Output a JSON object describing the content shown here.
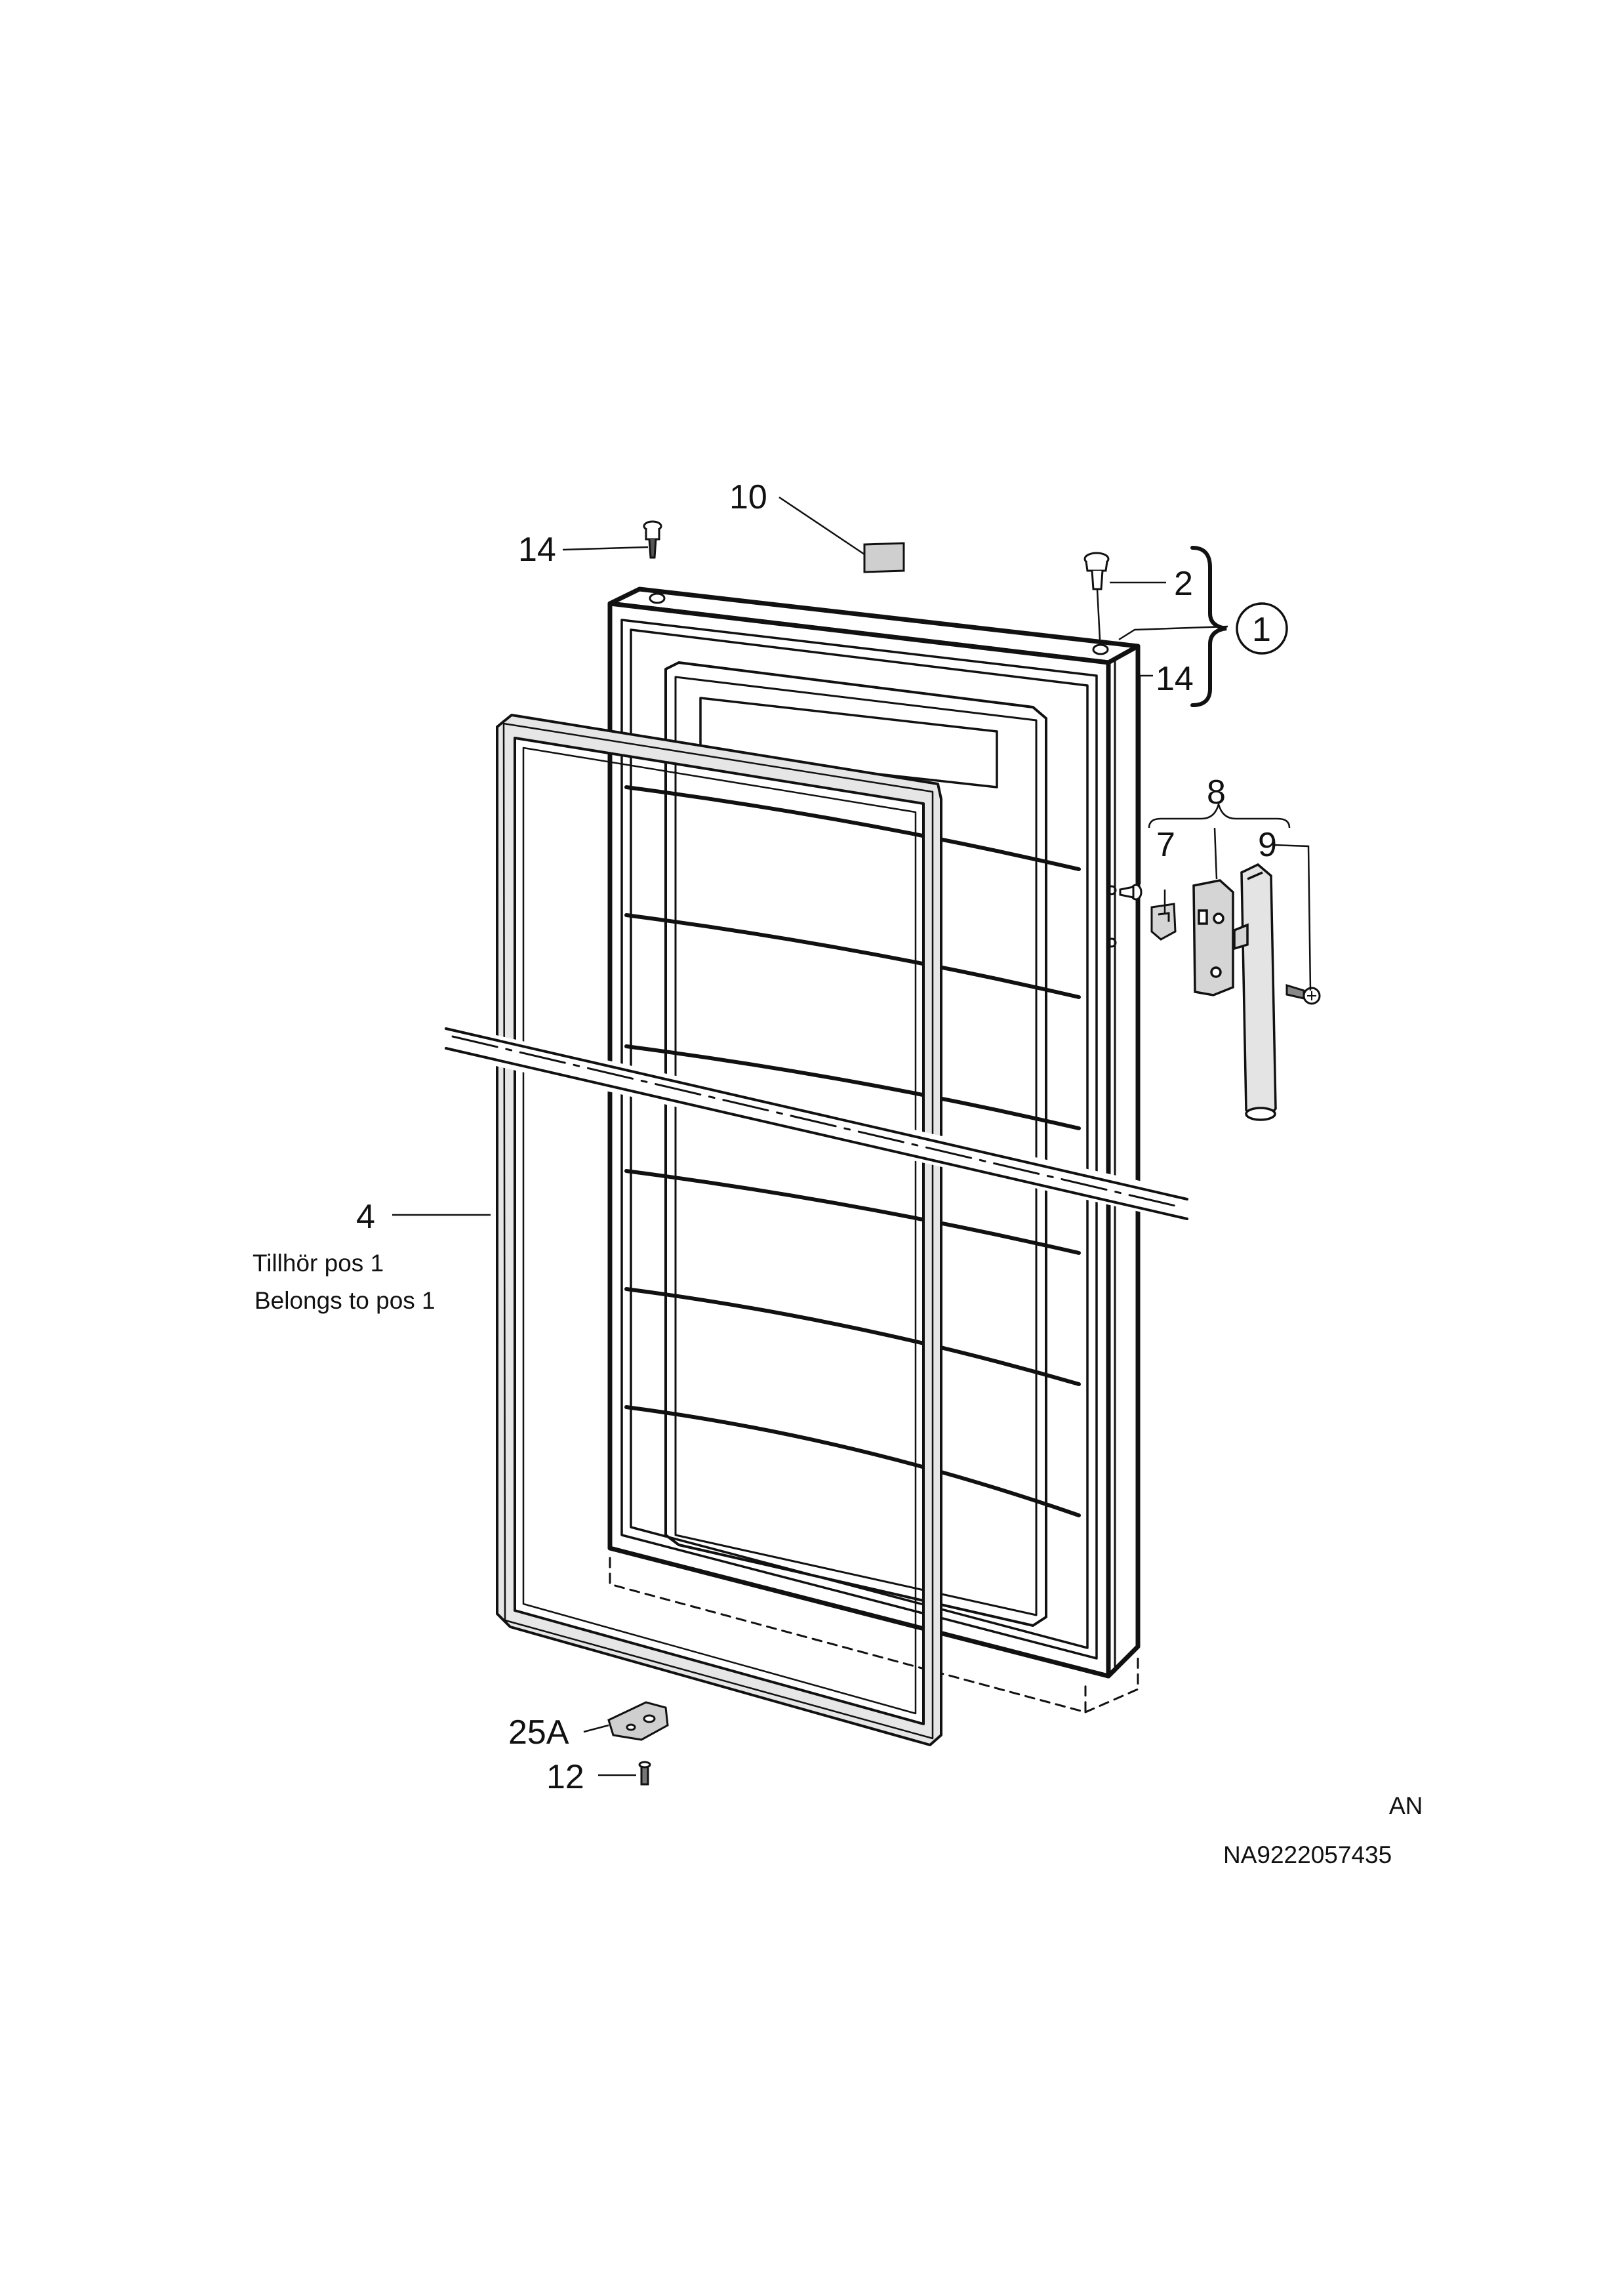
{
  "callouts": {
    "p10": "10",
    "p14_top": "14",
    "p2": "2",
    "p1": "1",
    "p14_right": "14",
    "p8": "8",
    "p7": "7",
    "p9": "9",
    "p4": "4",
    "p25a": "25A",
    "p12": "12"
  },
  "notes": {
    "swedish": "Tillhör pos 1",
    "english": "Belongs to pos 1"
  },
  "footer": {
    "code": "AN",
    "part_number": "NA9222057435"
  },
  "colors": {
    "ink": "#111111",
    "gasket_fill": "#e6e6e6",
    "part_fill": "#dddddd"
  }
}
